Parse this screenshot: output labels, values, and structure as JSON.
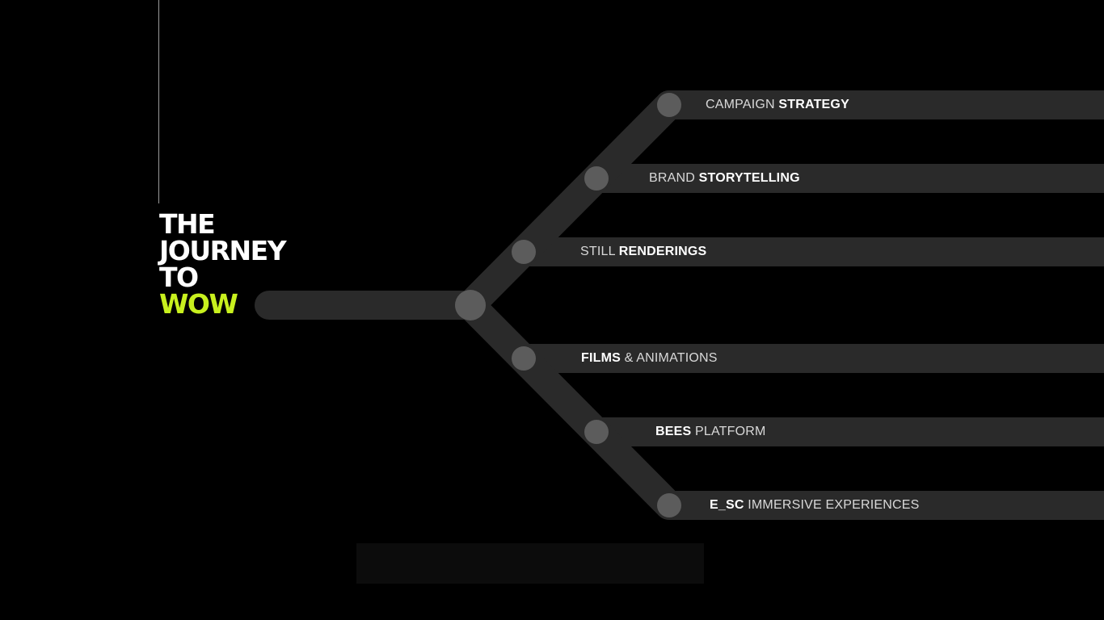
{
  "brand": {
    "lines": [
      "THE",
      "JOURNEY",
      "TO",
      "WOW"
    ],
    "accent_color": "#c8f01e"
  },
  "colors": {
    "track": "#2a2a2a",
    "node": "#5c5c5c",
    "label": "#d9d9d9",
    "label_bold": "#ffffff"
  },
  "items": [
    {
      "pre": "CAMPAIGN ",
      "bold": "STRATEGY",
      "post": ""
    },
    {
      "pre": "BRAND ",
      "bold": "STORYTELLING",
      "post": ""
    },
    {
      "pre": "STILL ",
      "bold": "RENDERINGS",
      "post": ""
    },
    {
      "pre": "",
      "bold": "FILMS",
      "post": " & ANIMATIONS"
    },
    {
      "pre": "",
      "bold": "BEES",
      "post": " PLATFORM"
    },
    {
      "pre": "",
      "bold": "E_SC",
      "post": " IMMERSIVE EXPERIENCES"
    }
  ]
}
